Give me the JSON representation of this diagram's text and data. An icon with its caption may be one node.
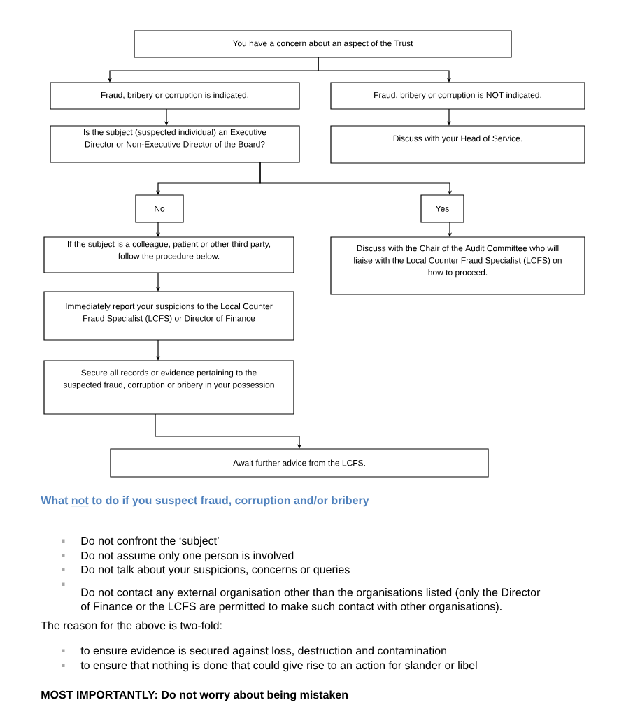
{
  "diagram": {
    "nodes": [
      {
        "text": [
          "You have a concern about an aspect of the Trust"
        ]
      },
      {
        "text": [
          "Fraud, bribery or corruption is indicated."
        ]
      },
      {
        "text": [
          "Fraud, bribery or corruption is NOT indicated."
        ]
      },
      {
        "text": [
          "Is the subject (suspected individual) an Executive Director or Non-Executive Director of the Board?"
        ]
      },
      {
        "text": [
          "Discuss with your Head of Service."
        ]
      },
      {
        "text": [
          "No"
        ]
      },
      {
        "text": [
          "Yes"
        ]
      },
      {
        "text": [
          "If the subject is a colleague, patient or other third party, follow the procedure below."
        ]
      },
      {
        "text": [
          "Discuss with the Chair of the Audit Committee who will liaise with the Local Counter Fraud Specialist (LCFS) on how to proceed."
        ]
      },
      {
        "text": [
          "Immediately report your suspicions to the Local Counter Fraud Specialist (LCFS) or Director of Finance"
        ]
      },
      {
        "text": [
          "Secure all records or evidence pertaining to the suspected fraud, corruption or bribery in your possession"
        ]
      },
      {
        "text": [
          "Await further advice from the LCFS."
        ]
      }
    ],
    "edges": [
      {
        "from": 0,
        "to": 1,
        "arrow": "to"
      },
      {
        "from": 0,
        "to": 2,
        "arrow": "to"
      },
      {
        "from": 1,
        "to": 3,
        "arrow": "to"
      },
      {
        "from": 2,
        "to": 4,
        "arrow": "to"
      },
      {
        "from": 3,
        "to": 5,
        "arrow": "to"
      },
      {
        "from": 3,
        "to": 6,
        "arrow": "to"
      },
      {
        "from": 5,
        "to": 7,
        "arrow": "to"
      },
      {
        "from": 6,
        "to": 8,
        "arrow": "to"
      },
      {
        "from": 7,
        "to": 9,
        "arrow": "to"
      },
      {
        "from": 9,
        "to": 10,
        "arrow": "to"
      },
      {
        "from": 10,
        "to": 11,
        "arrow": "to"
      }
    ],
    "labels": [
      "What not to do if you suspect fraud, corruption and/or bribery",
      "Do not confront the ‘subject’",
      "Do not assume only one person is involved",
      "Do not talk about your suspicions, concerns or queries",
      "Do not contact any external organisation other than the organisations listed (only the Director of Finance or the LCFS are permitted to make such contact with other organisations).",
      "The reason for the above is two-fold:",
      "to ensure evidence is secured against loss, destruction and contamination",
      "to ensure that nothing is done that could give rise to an action for slander or libel",
      "MOST IMPORTANTLY: Do not worry about being mistaken"
    ]
  }
}
